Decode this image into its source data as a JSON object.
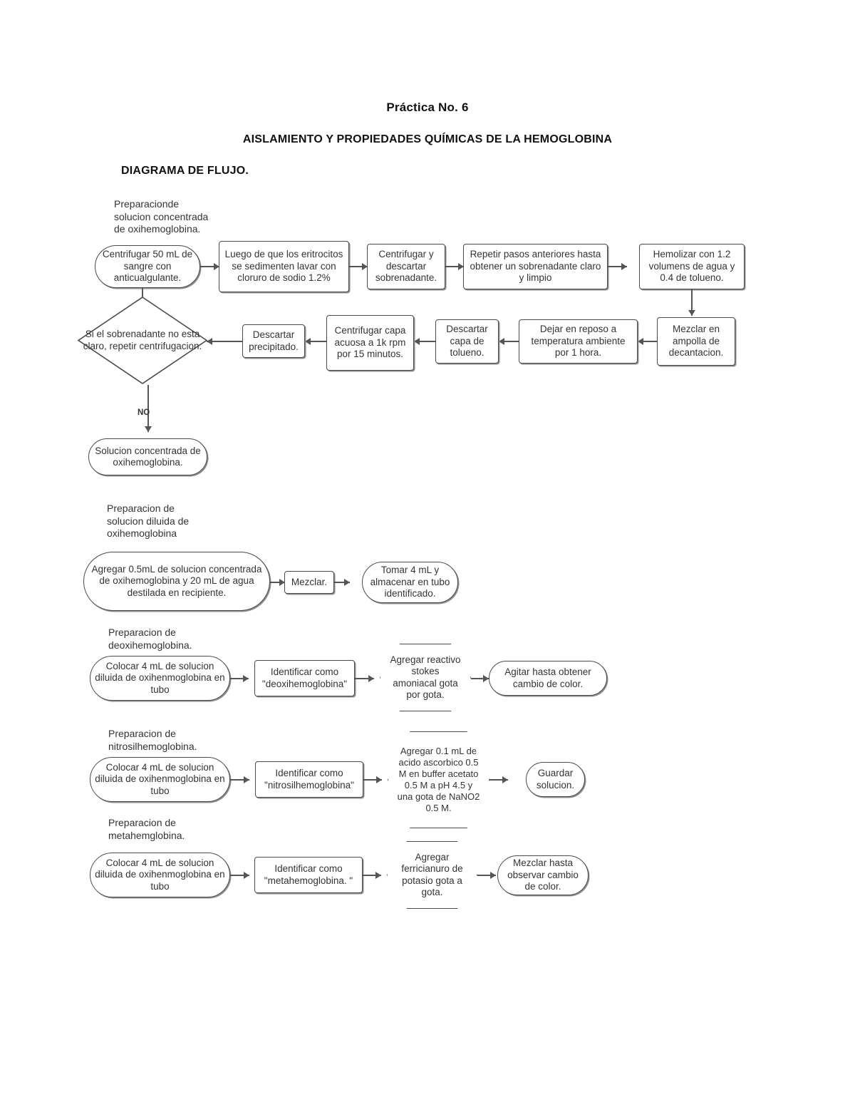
{
  "document": {
    "practica_title": "Práctica No. 6",
    "main_title": "AISLAMIENTO Y PROPIEDADES QUÍMICAS DE LA HEMOGLOBINA",
    "section_label": "DIAGRAMA DE FLUJO."
  },
  "sections": {
    "concentrada": {
      "caption": "Preparacionde\nsolucion concentrada\nde oxihemoglobina.",
      "nodes": {
        "start": "Centrifugar 50 mL de sangre con anticualgulante.",
        "lavar": "Luego de que los eritrocitos se sedimenten lavar con cloruro de sodio 1.2%",
        "centrifugar_descartar": "Centrifugar y descartar sobrenadante.",
        "repetir": "Repetir pasos anteriores hasta obtener un sobrenadante claro y limpio",
        "hemolizar": "Hemolizar con 1.2 volumens de agua y 0.4 de tolueno.",
        "ampolla": "Mezclar en ampolla de decantacion.",
        "reposo": "Dejar en reposo a temperatura ambiente por 1 hora.",
        "descartar_tolueno": "Descartar capa de tolueno.",
        "centrifugar_acuosa": "Centrifugar capa acuosa a 1k rpm por 15 minutos.",
        "descartar_precipitado": "Descartar precipitado.",
        "decision": "Si el sobrenadante no esta claro, repetir centrifugacion.",
        "decision_branch_label": "NO",
        "final": "Solucion concentrada de oxihemoglobina."
      }
    },
    "diluida": {
      "caption": "Preparacion de\nsolucion diluida de\noxihemoglobina",
      "nodes": {
        "agregar": "Agregar 0.5mL de solucion concentrada de oxihemoglobina y 20 mL de agua destilada en recipiente.",
        "mezclar": "Mezclar.",
        "tomar": "Tomar 4 mL y almacenar en tubo identificado."
      }
    },
    "deoxi": {
      "caption": "Preparacion de\ndeoxihemoglobina.",
      "nodes": {
        "colocar": "Colocar 4 mL de solucion diluida de oxihenmoglobina en tubo",
        "identificar": "Identificar como \"deoxihemoglobina\"",
        "agregar": "Agregar reactivo stokes amoniacal gota por gota.",
        "agitar": "Agitar hasta obtener cambio de color."
      }
    },
    "nitrosil": {
      "caption": "Preparacion de\nnitrosilhemoglobina.",
      "nodes": {
        "colocar": "Colocar 4 mL de solucion diluida de oxihenmoglobina en tubo",
        "identificar": "Identificar como \"nitrosilhemoglobina\"",
        "agregar": "Agregar 0.1 mL de acido ascorbico 0.5 M en buffer acetato 0.5 M a pH 4.5 y una gota de NaNO2 0.5 M.",
        "guardar": "Guardar solucion."
      }
    },
    "meta": {
      "caption": "Preparacion de\nmetahemglobina.",
      "nodes": {
        "colocar": "Colocar 4 mL de solucion diluida de oxihenmoglobina en tubo",
        "identificar": "Identificar como \"metahemoglobina. \"",
        "agregar": "Agregar ferricianuro de potasio gota a gota.",
        "mezclar": "Mezclar hasta observar cambio de color."
      }
    }
  }
}
